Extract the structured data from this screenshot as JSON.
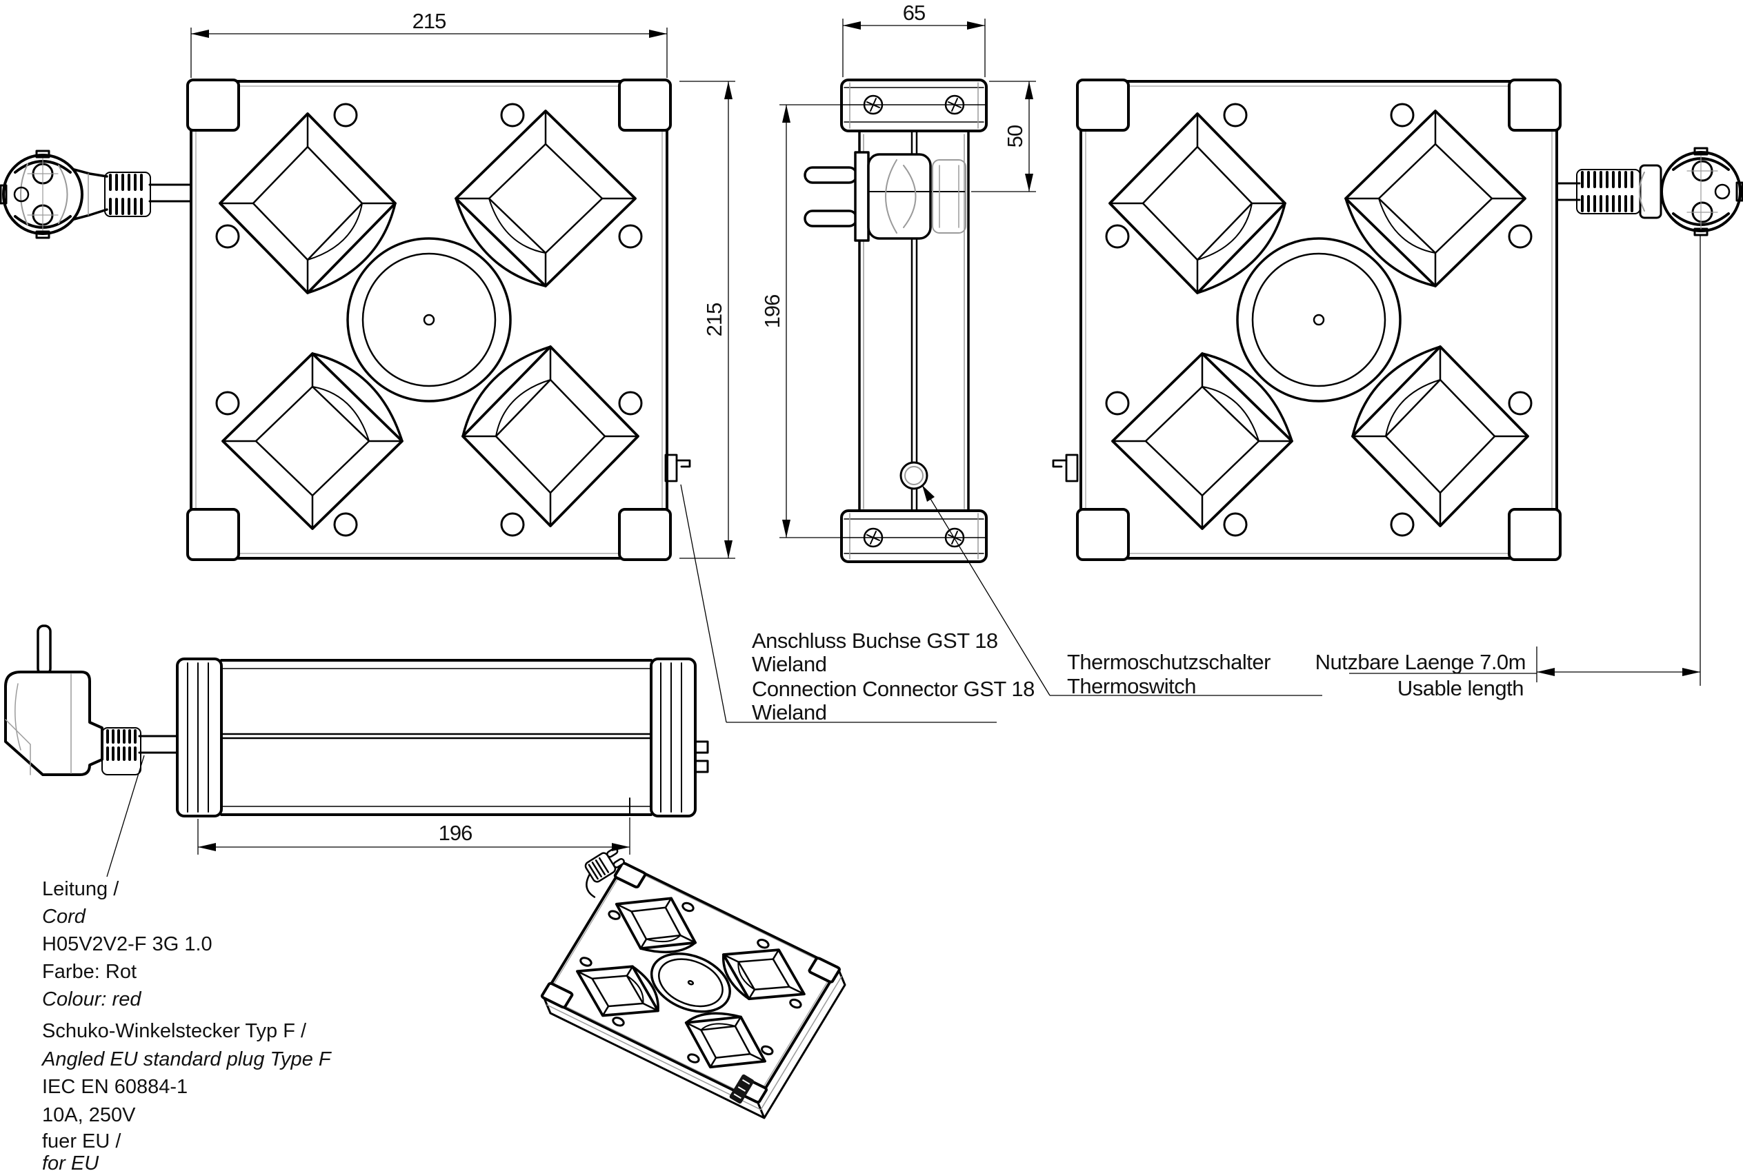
{
  "document": {
    "kind": "technical drawing",
    "product": "cable reel with angled Schuko plug"
  },
  "dimensions": {
    "front_width": "215",
    "front_height": "215",
    "side_width": "65",
    "plug_offset": "50",
    "side_height": "196",
    "body_length": "196"
  },
  "annotations": {
    "usable_length": {
      "lines": [
        "Nutzbare Laenge 7.0m",
        "Usable length"
      ]
    },
    "connector": {
      "lines": [
        "Anschluss Buchse GST 18",
        "Wieland",
        "Connection Connector GST 18",
        "Wieland"
      ]
    },
    "thermoswitch": {
      "lines": [
        "Thermoschutzschalter",
        "Thermoswitch"
      ]
    },
    "cord": {
      "lines": [
        "Leitung /",
        "Cord",
        "H05V2V2-F 3G 1.0",
        "Farbe: Rot",
        "Colour: red"
      ]
    },
    "plug": {
      "lines": [
        "Schuko-Winkelstecker Typ F /",
        "Angled EU standard plug Type F",
        "IEC EN 60884-1",
        "10A, 250V",
        "fuer EU /",
        "for EU"
      ]
    }
  },
  "colors": {
    "line": "#000000",
    "construction": "#9a9a9a",
    "background": "#ffffff"
  }
}
